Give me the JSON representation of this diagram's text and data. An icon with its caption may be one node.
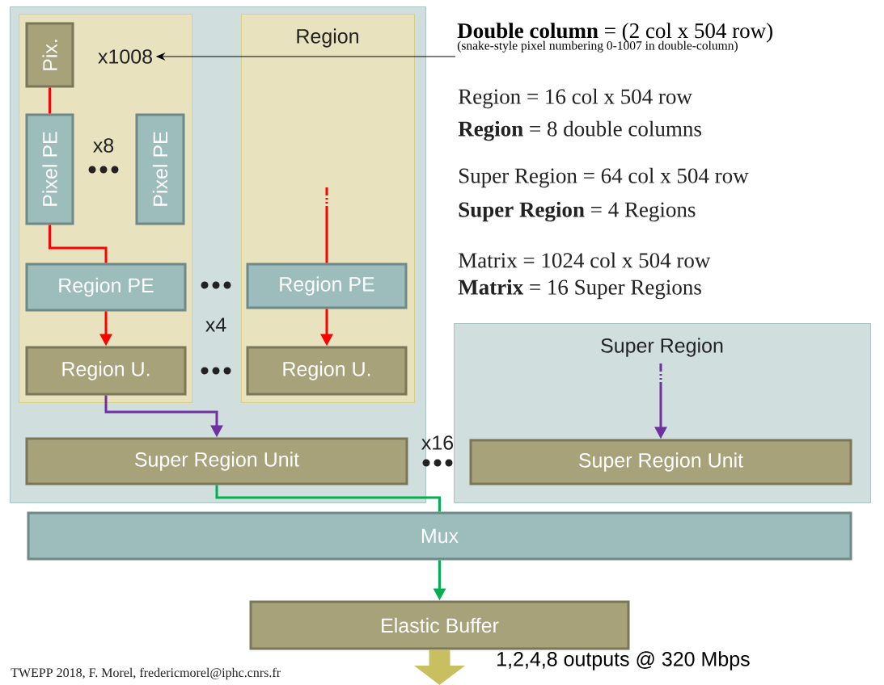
{
  "diagram": {
    "nodes": [
      {
        "text": [],
        "shape": "box"
      },
      {
        "text": [],
        "shape": "box",
        "in": 0
      },
      {
        "text": [
          "Region"
        ],
        "in": 0
      },
      {
        "text": [
          "Pix."
        ],
        "in": 1
      },
      {
        "text": [
          "Pixel PE"
        ],
        "in": 1
      },
      {
        "text": [
          "Pixel PE"
        ],
        "in": 1
      },
      {
        "text": [
          "Region PE"
        ],
        "in": 1
      },
      {
        "text": [
          "Region U."
        ],
        "in": 1
      },
      {
        "text": [
          "Region PE"
        ],
        "in": 2
      },
      {
        "text": [
          "Region U."
        ],
        "in": 2
      },
      {
        "text": [
          "Super Region Unit"
        ],
        "in": 0
      },
      {
        "text": [
          "Super Region"
        ]
      },
      {
        "text": [
          "Super Region Unit"
        ],
        "in": 11
      },
      {
        "text": [
          "Mux"
        ]
      },
      {
        "text": [
          "Elastic Buffer"
        ]
      },
      {
        "text": [
          "x1008"
        ],
        "in": 1
      },
      {
        "text": [
          "**Double column** = (2 col x 504 row)",
          "(snake-style pixel numbering 0-1007 in double-column)"
        ]
      }
    ],
    "edges": [
      {
        "from": 3,
        "to": 4,
        "arrow": "none"
      },
      {
        "from": 4,
        "to": 6,
        "arrow": "none"
      },
      {
        "from": 6,
        "to": 7,
        "arrow": "to"
      },
      {
        "from": null,
        "to": 8,
        "arrow": "none",
        "style": "dashed"
      },
      {
        "from": 8,
        "to": 9,
        "arrow": "to"
      },
      {
        "from": 7,
        "to": 10,
        "arrow": "to",
        "color": "#7030a0"
      },
      {
        "from": null,
        "to": 12,
        "arrow": "to",
        "style": "dashed",
        "color": "#7030a0"
      },
      {
        "from": 10,
        "to": 13,
        "arrow": "none",
        "color": "#00b050"
      },
      {
        "from": 13,
        "to": 14,
        "arrow": "to",
        "color": "#00b050"
      },
      {
        "from": 16,
        "to": 15,
        "arrow": "to",
        "color": "#000000"
      },
      {
        "from": 14,
        "to": null,
        "arrow": "to",
        "style": "thick",
        "color": "#c8c060",
        "label": "1,2,4,8 outputs @ 320 Mbps"
      }
    ],
    "labels": [
      "x8",
      "x4",
      "x16",
      "Region = 16 col x 504 row",
      "**Region** = 8 double columns",
      "Super Region = 64 col x 504 row",
      "**Super Region** = 4 Regions",
      "Matrix = 1024 col x 504 row",
      "**Matrix** = 16 Super Regions",
      "TWEPP 2018, F. Morel, fredericmorel@iphc.cnrs.fr"
    ]
  }
}
